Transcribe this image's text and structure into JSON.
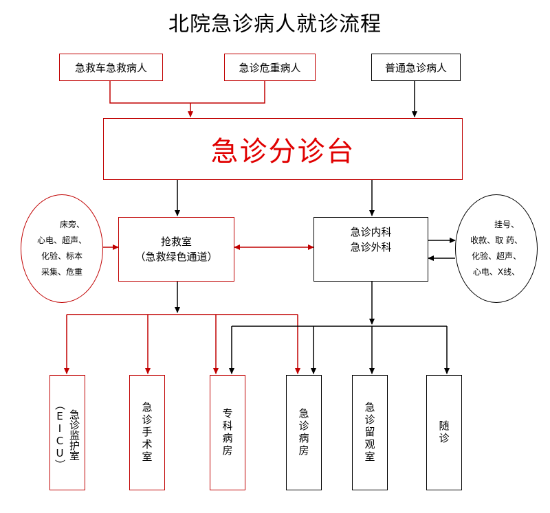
{
  "title": "北院急诊病人就诊流程",
  "sources": {
    "ambulance": "急救车急救病人",
    "critical": "急诊危重病人",
    "ordinary": "普通急诊病人"
  },
  "triage": "急诊分诊台",
  "rescue": {
    "line1": "抢救室",
    "line2": "（急救绿色通道）"
  },
  "internal": {
    "line1": "急诊内科",
    "line2": "急诊外科"
  },
  "left_oval": {
    "lines": [
      "床旁、",
      "心电、超声、",
      "化验、标本",
      "采集、危重"
    ]
  },
  "right_oval": {
    "lines": [
      "挂号、",
      "收款、取 药、",
      "化验、超声、",
      "心电、X线、"
    ]
  },
  "destinations": {
    "eicu": "急诊监护室（EICU）",
    "surgery": "急诊手术室",
    "specialty": "专科病房",
    "ward": "急诊病房",
    "observation": "急诊留观室",
    "followup": "随诊"
  },
  "colors": {
    "red": "#c00000",
    "triage_text": "#e00000",
    "black": "#000000"
  }
}
